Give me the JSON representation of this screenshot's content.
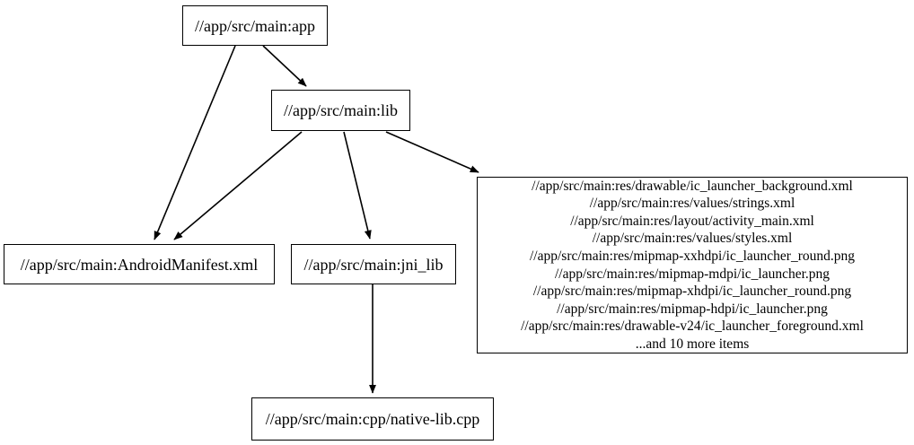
{
  "graph": {
    "type": "directed-dependency-graph",
    "background_color": "#ffffff",
    "node_border_color": "#000000",
    "edge_color": "#000000",
    "text_color": "#000000",
    "nodes": [
      {
        "id": "app",
        "label": "//app/src/main:app"
      },
      {
        "id": "lib",
        "label": "//app/src/main:lib"
      },
      {
        "id": "manifest",
        "label": "//app/src/main:AndroidManifest.xml"
      },
      {
        "id": "jni_lib",
        "label": "//app/src/main:jni_lib"
      },
      {
        "id": "resources",
        "label": "//app/src/main:res/drawable/ic_launcher_background.xml\n//app/src/main:res/values/strings.xml\n//app/src/main:res/layout/activity_main.xml\n//app/src/main:res/values/styles.xml\n//app/src/main:res/mipmap-xxhdpi/ic_launcher_round.png\n//app/src/main:res/mipmap-mdpi/ic_launcher.png\n//app/src/main:res/mipmap-xhdpi/ic_launcher_round.png\n//app/src/main:res/mipmap-hdpi/ic_launcher.png\n//app/src/main:res/drawable-v24/ic_launcher_foreground.xml\n...and 10 more items",
        "lines": [
          "//app/src/main:res/drawable/ic_launcher_background.xml",
          "//app/src/main:res/values/strings.xml",
          "//app/src/main:res/layout/activity_main.xml",
          "//app/src/main:res/values/styles.xml",
          "//app/src/main:res/mipmap-xxhdpi/ic_launcher_round.png",
          "//app/src/main:res/mipmap-mdpi/ic_launcher.png",
          "//app/src/main:res/mipmap-xhdpi/ic_launcher_round.png",
          "//app/src/main:res/mipmap-hdpi/ic_launcher.png",
          "//app/src/main:res/drawable-v24/ic_launcher_foreground.xml",
          "...and 10 more items"
        ]
      },
      {
        "id": "cpp",
        "label": "//app/src/main:cpp/native-lib.cpp"
      }
    ],
    "edges": [
      {
        "id": "app-to-lib",
        "from": "app",
        "to": "lib"
      },
      {
        "id": "app-to-manifest",
        "from": "app",
        "to": "manifest"
      },
      {
        "id": "lib-to-manifest",
        "from": "lib",
        "to": "manifest"
      },
      {
        "id": "lib-to-jni_lib",
        "from": "lib",
        "to": "jni_lib"
      },
      {
        "id": "lib-to-resources",
        "from": "lib",
        "to": "resources"
      },
      {
        "id": "jni_lib-to-cpp",
        "from": "jni_lib",
        "to": "cpp"
      }
    ]
  }
}
